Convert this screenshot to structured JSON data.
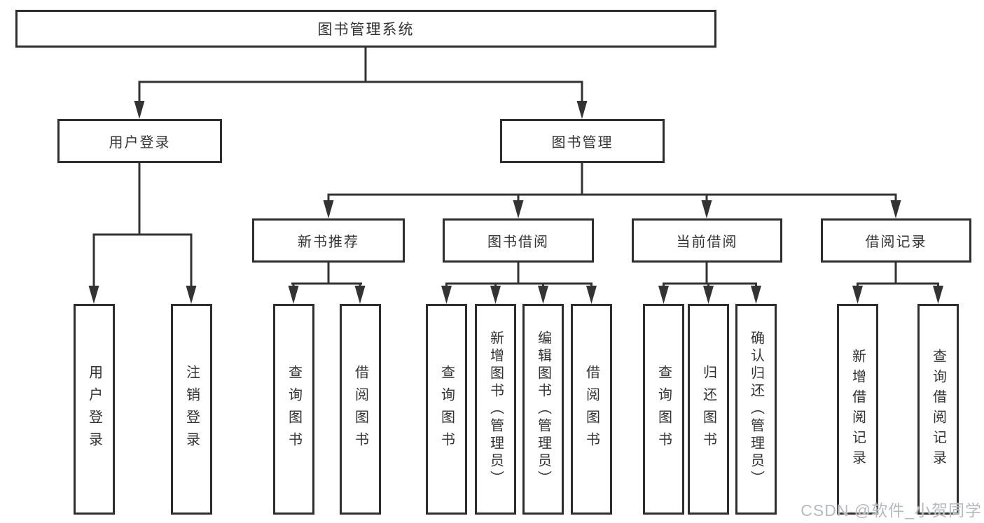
{
  "diagram": {
    "root": {
      "label": "图书管理系统"
    },
    "level2": [
      {
        "label": "用户登录"
      },
      {
        "label": "图书管理"
      }
    ],
    "level3": [
      {
        "label": "新书推荐"
      },
      {
        "label": "图书借阅"
      },
      {
        "label": "当前借阅"
      },
      {
        "label": "借阅记录"
      }
    ],
    "leaves": [
      {
        "label": "用户登录"
      },
      {
        "label": "注销登录"
      },
      {
        "label": "查询图书"
      },
      {
        "label": "借阅图书"
      },
      {
        "label": "查询图书"
      },
      {
        "label": "新增图书（管理员）"
      },
      {
        "label": "编辑图书（管理员）"
      },
      {
        "label": "借阅图书"
      },
      {
        "label": "查询图书"
      },
      {
        "label": "归还图书"
      },
      {
        "label": "确认归还（管理员）"
      },
      {
        "label": "新增借阅记录"
      },
      {
        "label": "查询借阅记录"
      }
    ]
  },
  "watermark": {
    "text": "CSDN @软件_小贺同学"
  },
  "colors": {
    "line": "#333333",
    "border": "#2e2e2e",
    "text": "#333333",
    "background": "#ffffff",
    "watermark": "#b6b9bd"
  }
}
